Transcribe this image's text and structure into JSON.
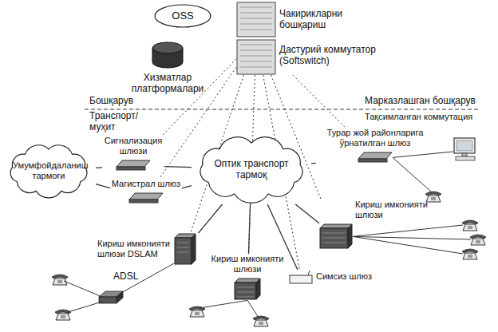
{
  "diagram": {
    "nodes": [
      {
        "text": [
          "OSS"
        ]
      },
      {
        "text": [
          "Чакирикларни бошқариш",
          "Дастурий коммутатор (Softswitch)"
        ]
      },
      {
        "text": [
          "Хизматлар платформалари"
        ]
      },
      {
        "text": [
          "Оптик транспорт тармоқ"
        ]
      },
      {
        "text": [
          "Умумфойдаланиш тармоғи"
        ]
      },
      {
        "text": [
          "Сигнализация шлюзи"
        ]
      },
      {
        "text": [
          "Магистрал шлюз"
        ]
      },
      {
        "text": [
          "Турар жой районларига ўрнатилган шлюз"
        ]
      },
      {
        "text": [
          "Кириш имконияти шлюзи"
        ]
      },
      {
        "text": [
          "Кириш имконияти шлюзи DSLAM"
        ]
      },
      {
        "text": [
          "Кириш имконияти шлюзи"
        ]
      },
      {
        "text": [
          "Симсиз шлюз"
        ]
      }
    ],
    "edges": [
      {
        "from": 1,
        "to": 5,
        "arrow": "none"
      },
      {
        "from": 1,
        "to": 6,
        "arrow": "none"
      },
      {
        "from": 1,
        "to": 7,
        "arrow": "none"
      },
      {
        "from": 1,
        "to": 8,
        "arrow": "none"
      },
      {
        "from": 1,
        "to": 9,
        "arrow": "none"
      },
      {
        "from": 1,
        "to": 10,
        "arrow": "none"
      },
      {
        "from": 1,
        "to": 11,
        "arrow": "none"
      },
      {
        "from": 5,
        "to": 3,
        "arrow": "none"
      },
      {
        "from": 6,
        "to": 3,
        "arrow": "none"
      },
      {
        "from": 7,
        "to": 3,
        "arrow": "none"
      },
      {
        "from": 8,
        "to": 3,
        "arrow": "none"
      },
      {
        "from": 9,
        "to": 3,
        "arrow": "none"
      },
      {
        "from": 10,
        "to": 3,
        "arrow": "none"
      },
      {
        "from": 11,
        "to": 3,
        "arrow": "none"
      },
      {
        "from": 4,
        "to": 5,
        "arrow": "none"
      },
      {
        "from": 4,
        "to": 6,
        "arrow": "none"
      }
    ],
    "labels": [
      "Бошқарув",
      "Марказлашган бошқарув",
      "Транспорт/ муҳит",
      "Тақсимланган коммутация",
      "ADSL"
    ]
  }
}
